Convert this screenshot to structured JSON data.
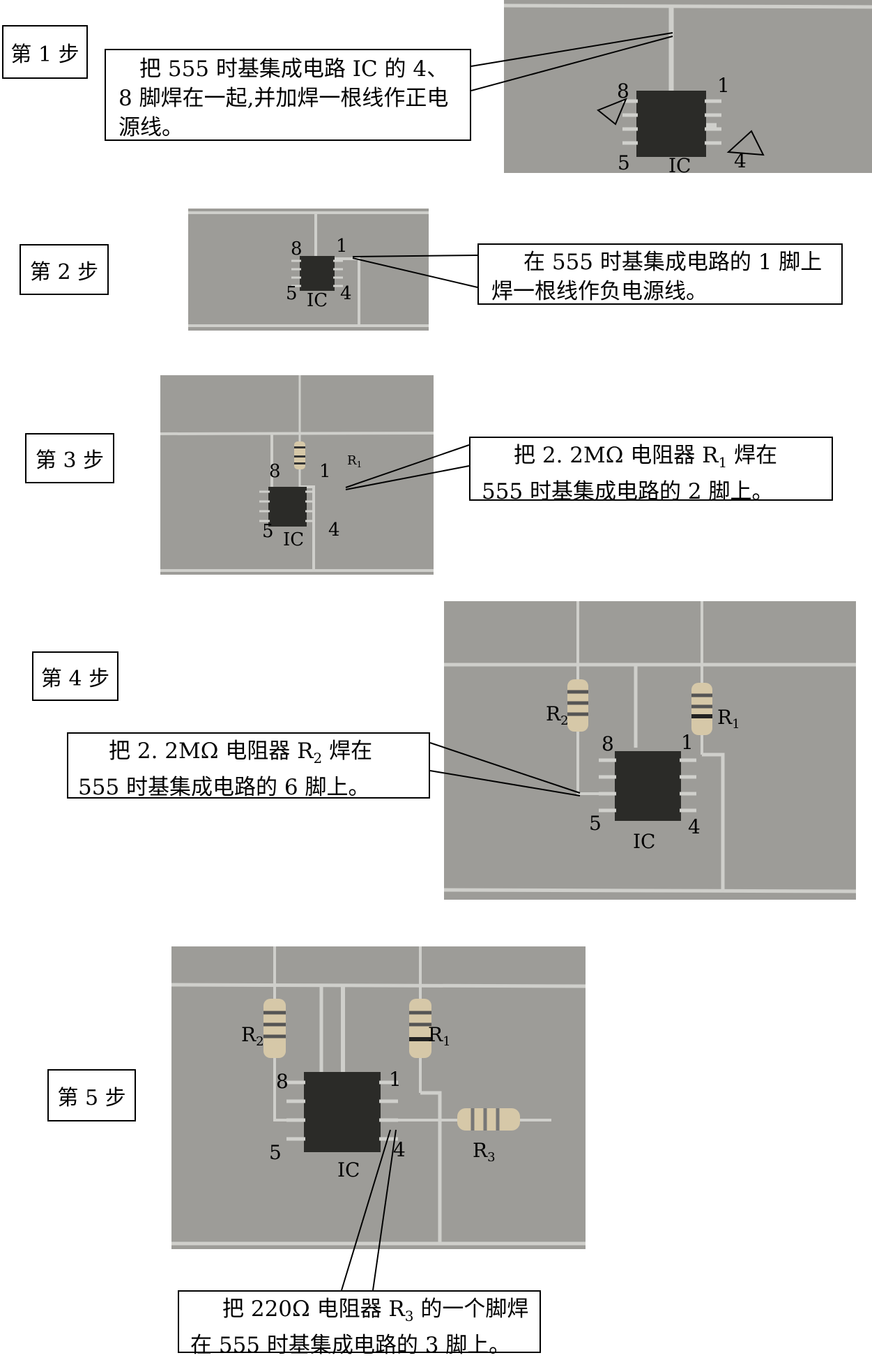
{
  "steps": [
    {
      "label": "第 1 步",
      "text": "把 555 时基集成电路 IC 的 4、8 脚焊在一起,并加焊一根线作正电源线。"
    },
    {
      "label": "第 2 步",
      "text": "在 555 时基集成电路的 1 脚上焊一根线作负电源线。"
    },
    {
      "label": "第 3 步",
      "text_a": "把 2. 2MΩ 电阻器 R",
      "text_sub": "1",
      "text_b": " 焊在 555 时基集成电路的 2 脚上。"
    },
    {
      "label": "第 4 步",
      "text_a": "把 2. 2MΩ 电阻器 R",
      "text_sub": "2",
      "text_b": " 焊在 555 时基集成电路的 6 脚上。"
    },
    {
      "label": "第 5 步",
      "text_a": "把 220Ω 电阻器 R",
      "text_sub": "3",
      "text_b": " 的一个脚焊在 555 时基集成电路的 3 脚上。"
    }
  ],
  "photo_labels": {
    "pin8": "8",
    "pin1": "1",
    "pin5": "5",
    "pin4": "4",
    "ic": "IC",
    "r": "R",
    "sub1": "1",
    "sub2": "2",
    "sub3": "3"
  },
  "colors": {
    "photo_bg": "#9d9c98",
    "wire": "#c8c8c4",
    "chip": "#2b2b28",
    "resistor": "#d6c8a8"
  }
}
